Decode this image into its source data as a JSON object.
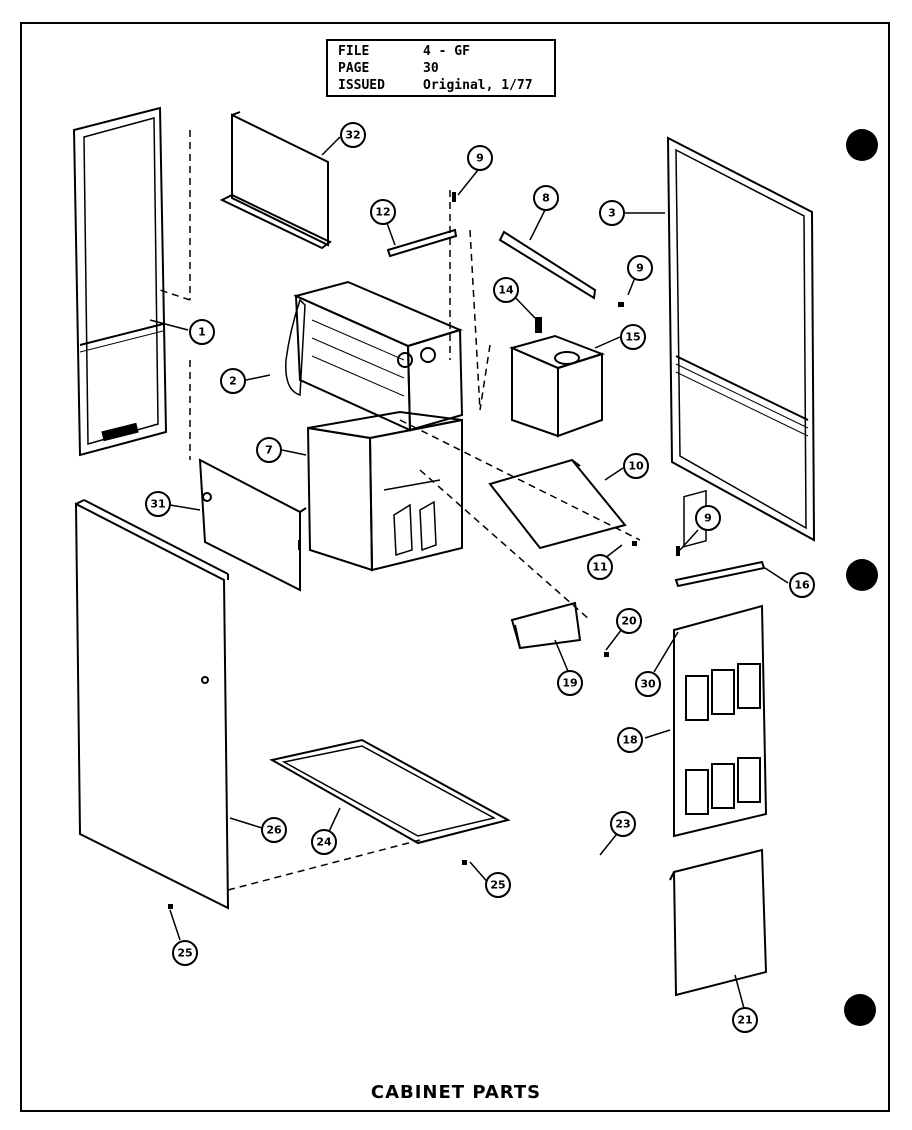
{
  "header": {
    "file_label": "FILE",
    "file_value": "4 - GF",
    "page_label": "PAGE",
    "page_value": "30",
    "issued_label": "ISSUED",
    "issued_value": "Original, 1/77"
  },
  "caption": "CABINET PARTS",
  "callouts": [
    "1",
    "2",
    "3",
    "7",
    "8",
    "9",
    "9",
    "9",
    "10",
    "11",
    "12",
    "14",
    "15",
    "16",
    "18",
    "19",
    "20",
    "21",
    "23",
    "24",
    "25",
    "25",
    "26",
    "30",
    "31",
    "32"
  ]
}
